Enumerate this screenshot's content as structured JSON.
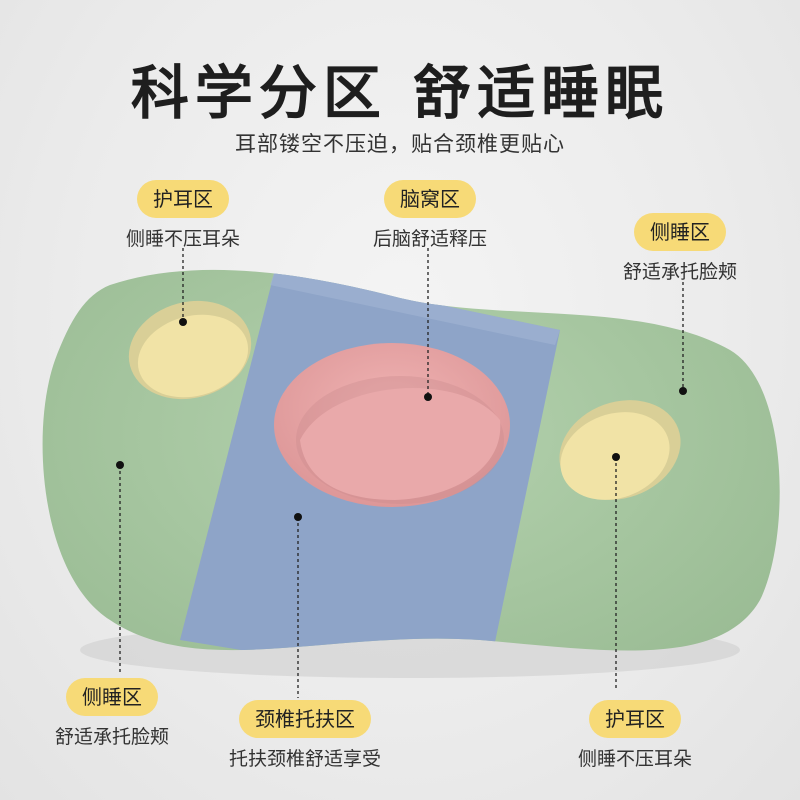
{
  "title": "科学分区 舒适睡眠",
  "subtitle": "耳部镂空不压迫，贴合颈椎更贴心",
  "colors": {
    "green": "#a7c7a1",
    "blue": "#8fa4c9",
    "pink": "#e8a5a6",
    "yellow": "#f1e3a6",
    "badge": "#f7da77"
  },
  "callouts": {
    "ear_left_top": {
      "label": "护耳区",
      "desc": "侧睡不压耳朵"
    },
    "head_hollow": {
      "label": "脑窝区",
      "desc": "后脑舒适释压"
    },
    "side_right_top": {
      "label": "侧睡区",
      "desc": "舒适承托脸颊"
    },
    "side_left_bottom": {
      "label": "侧睡区",
      "desc": "舒适承托脸颊"
    },
    "neck_support": {
      "label": "颈椎托扶区",
      "desc": "托扶颈椎舒适享受"
    },
    "ear_right_bottom": {
      "label": "护耳区",
      "desc": "侧睡不压耳朵"
    }
  }
}
